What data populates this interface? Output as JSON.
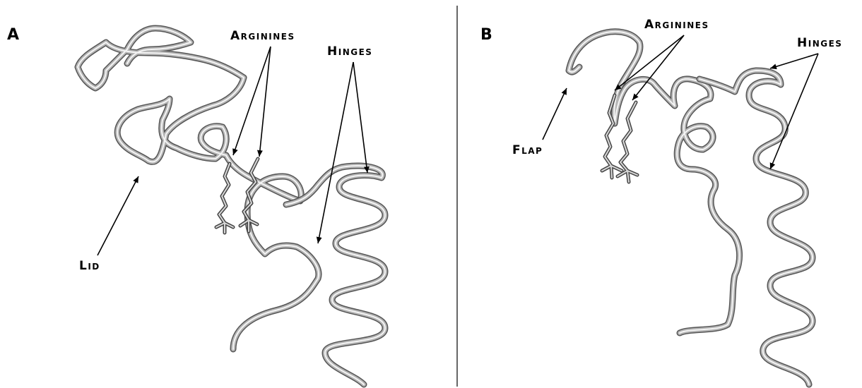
{
  "panels": {
    "a": {
      "letter": "A",
      "labels": {
        "arginines": "Arginines",
        "hinges": "Hinges",
        "lid": "Lid"
      }
    },
    "b": {
      "letter": "B",
      "labels": {
        "arginines": "Arginines",
        "hinges": "Hinges",
        "flap": "Flap"
      }
    }
  },
  "colors": {
    "ribbon_shadow": "#555555",
    "ribbon_body": "#b5b5b5",
    "ribbon_highlight": "#f4f4f4",
    "text": "#000000"
  }
}
